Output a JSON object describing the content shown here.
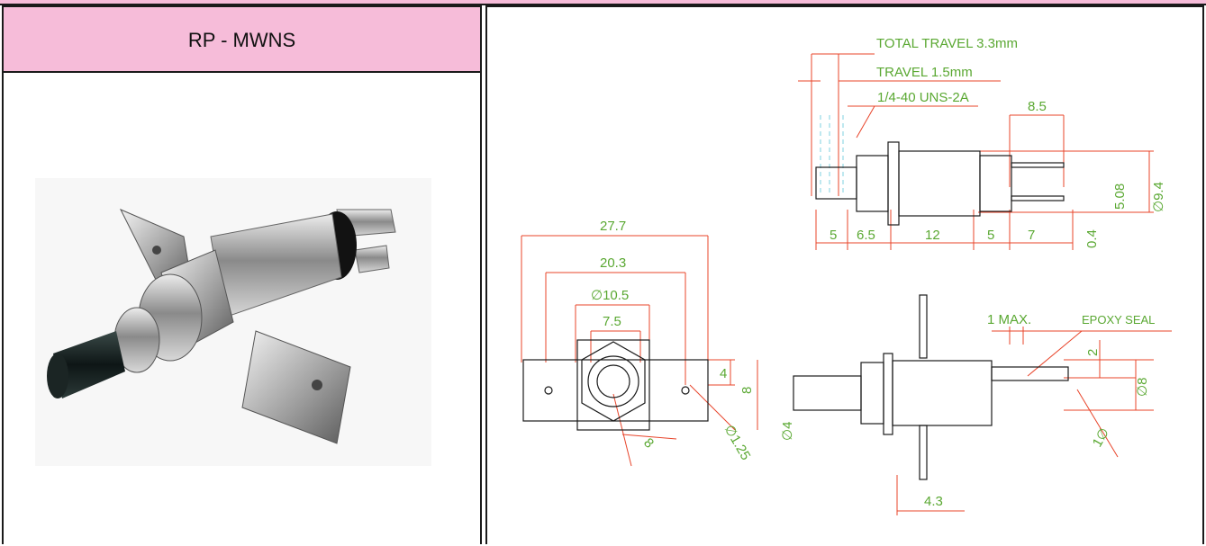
{
  "product": {
    "code": "RP - MWNS"
  },
  "colors": {
    "dimension": "#e8442a",
    "label": "#5aa832",
    "outline": "#1a1a1a",
    "title_bg": "#f6bcd9",
    "hidden": "#7fd0e0"
  },
  "side_view": {
    "total_travel": "TOTAL TRAVEL 3.3mm",
    "travel": "TRAVEL 1.5mm",
    "thread": "1/4-40 UNS-2A",
    "terminal_length": "8.5",
    "terminal_pitch": "5.08",
    "body_diameter": "∅9.4",
    "terminal_offset": "0.4",
    "seg_plunger": "5",
    "seg_thread": "6.5",
    "seg_body": "12",
    "seg_base": "5",
    "seg_terminal": "7"
  },
  "front_view": {
    "bracket_width": "27.7",
    "hole_spacing": "20.3",
    "nut_diameter": "∅10.5",
    "plunger_width": "7.5",
    "tab_hole_offset": "4",
    "tab_height": "8",
    "nut_flat": "8",
    "hole_diameter": "∅1.25"
  },
  "bottom_view": {
    "max_gap": "1 MAX.",
    "epoxy": "EPOXY SEAL",
    "dim_2": "2",
    "dim_8": "∅8",
    "dim_1": "1∅",
    "plunger_dia": "∅4",
    "bracket_offset": "4.3"
  }
}
